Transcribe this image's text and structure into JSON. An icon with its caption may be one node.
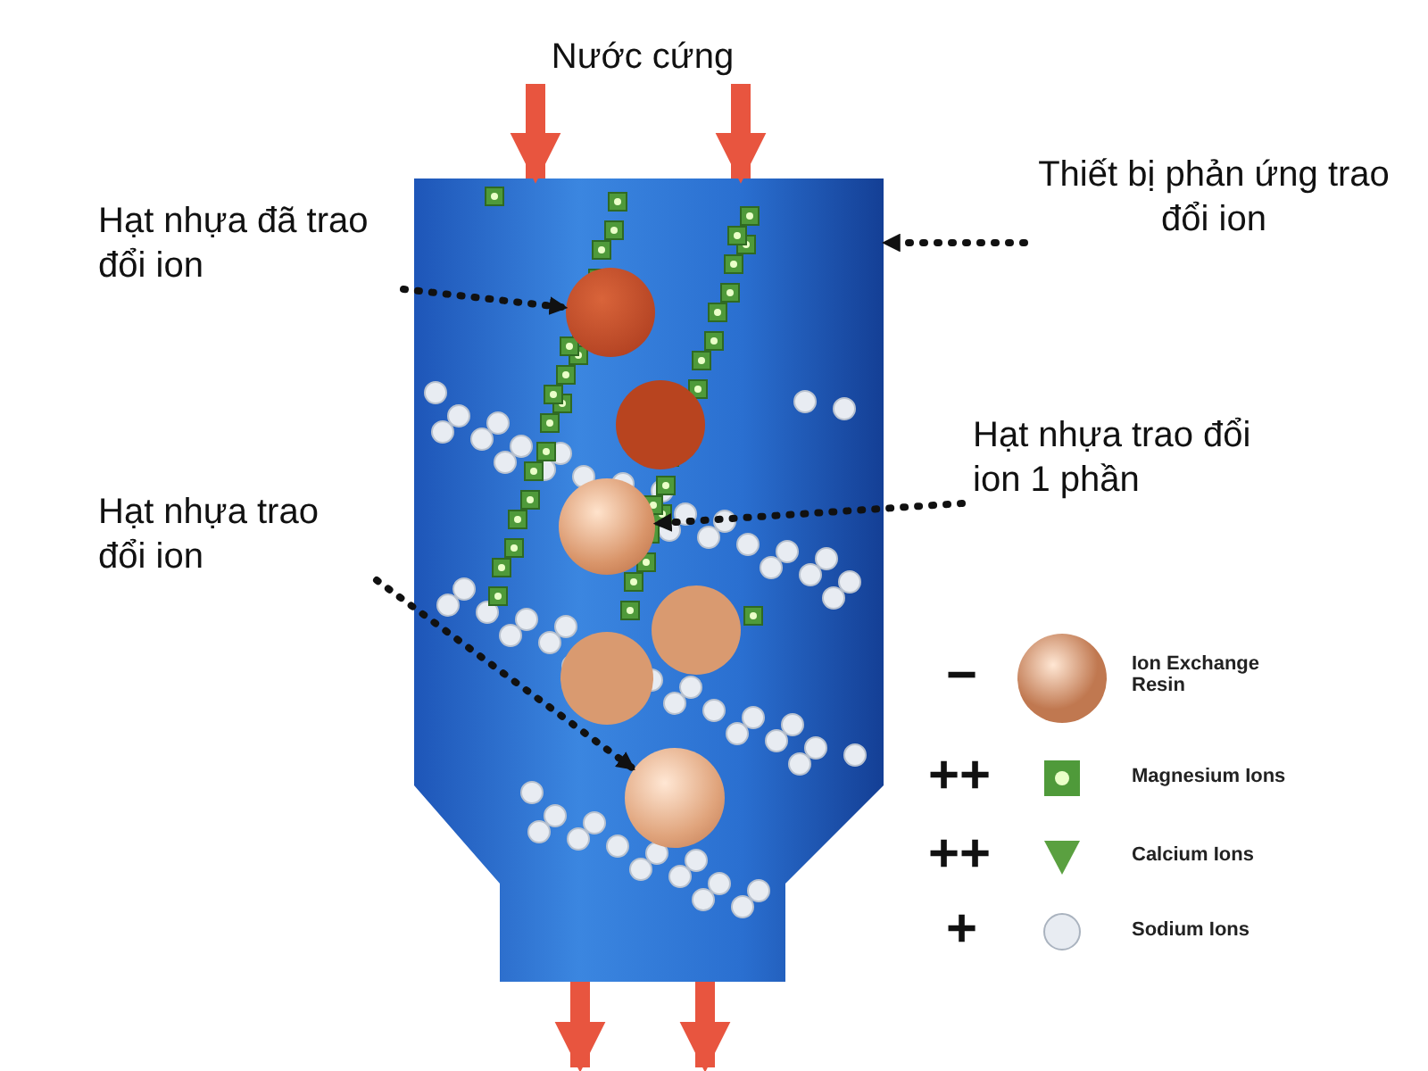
{
  "diagram": {
    "nodes": [
      {
        "text": [
          "Nước cứng"
        ]
      },
      {
        "text": [],
        "shape": "picture"
      },
      {
        "text": [
          "Thiết bị phản ứng trao đổi ion"
        ]
      },
      {
        "text": [
          "Hạt nhựa đã trao đổi ion"
        ]
      },
      {
        "text": [],
        "shape": "circle",
        "in": 1
      },
      {
        "text": [
          "Hạt nhựa trao đổi ion 1 phần"
        ]
      },
      {
        "text": [],
        "shape": "circle",
        "in": 1
      },
      {
        "text": [
          "Hạt nhựa trao đổi ion"
        ]
      },
      {
        "text": [],
        "shape": "circle",
        "in": 1
      }
    ],
    "edges": [
      {
        "from": 0,
        "to": 1,
        "arrow": "to",
        "style": "thick",
        "color": "#e8553f"
      },
      {
        "from": 0,
        "to": 1,
        "arrow": "to",
        "style": "thick",
        "color": "#e8553f"
      },
      {
        "from": 1,
        "to": null,
        "arrow": "to",
        "style": "thick",
        "color": "#e8553f"
      },
      {
        "from": 1,
        "to": null,
        "arrow": "to",
        "style": "thick",
        "color": "#e8553f"
      },
      {
        "from": 2,
        "to": 1,
        "arrow": "to",
        "style": "dashed",
        "color": "#111111"
      },
      {
        "from": 3,
        "to": 4,
        "arrow": "to",
        "style": "dashed",
        "color": "#111111"
      },
      {
        "from": 5,
        "to": 6,
        "arrow": "to",
        "style": "dashed",
        "color": "#111111"
      },
      {
        "from": 7,
        "to": 8,
        "arrow": "to",
        "style": "dashed",
        "color": "#111111"
      }
    ],
    "labels": [
      "−",
      "++",
      "++",
      "+"
    ],
    "legend": [
      {
        "text": "Ion Exchange Resin"
      },
      {
        "text": "Magnesium Ions"
      },
      {
        "text": "Calcium Ions"
      },
      {
        "text": "Sodium Ions"
      }
    ]
  }
}
